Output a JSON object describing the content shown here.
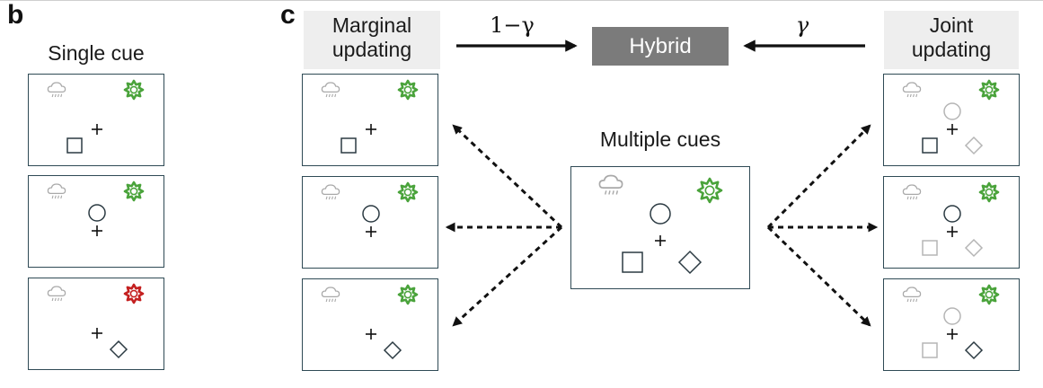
{
  "panels": {
    "b": {
      "letter": "b",
      "title": "Single cue"
    },
    "c": {
      "letter": "c",
      "marginal_label_line1": "Marginal",
      "marginal_label_line2": "updating",
      "joint_label_line1": "Joint",
      "joint_label_line2": "updating",
      "hybrid_label": "Hybrid",
      "left_coefficient": "1−γ",
      "right_coefficient": "γ",
      "center_title": "Multiple cues"
    }
  },
  "colors": {
    "frame": "#2f4a55",
    "cloud": "#a9a9a9",
    "sun_good": "#4aa33b",
    "sun_bad": "#c42020",
    "shape_active": "#2b3a42",
    "shape_inactive": "#b5b5b5",
    "hybrid_box": "#7b7b7b",
    "label_bg": "#eeeeee"
  },
  "icons": [
    "rain-cloud-icon",
    "sun-icon",
    "fixation-cross",
    "circle-stimulus",
    "square-stimulus",
    "diamond-stimulus"
  ]
}
